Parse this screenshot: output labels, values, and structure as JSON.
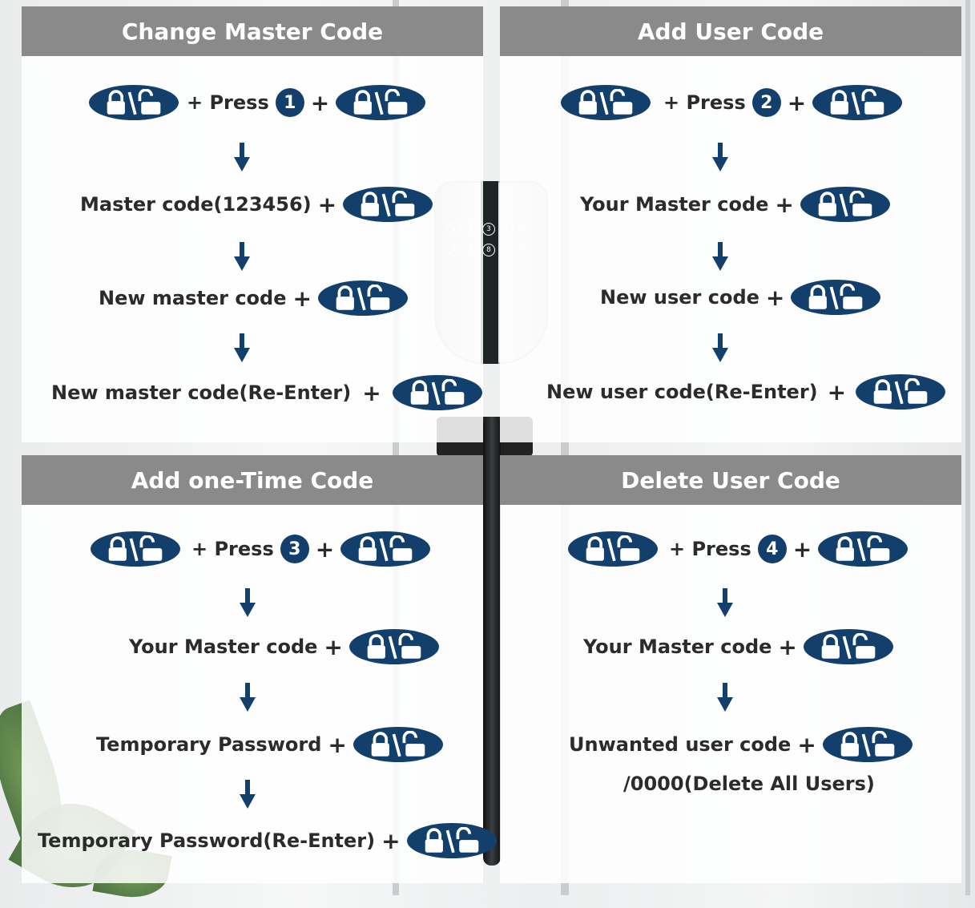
{
  "icons": {
    "lock_unlock_button": "lock-unlock-icon",
    "down_arrow": "down-arrow-icon"
  },
  "colors": {
    "button": "#123f6b",
    "header": "#8a8a8a"
  },
  "symbols": {
    "plus": "+"
  },
  "panels": {
    "change_master": {
      "title": "Change Master Code",
      "step1": {
        "press": "+ Press",
        "number": "1"
      },
      "step2": "Master code(123456)",
      "step3": "New master code",
      "step4": "New master code(Re-Enter)"
    },
    "add_user": {
      "title": "Add User Code",
      "step1": {
        "press": "+ Press",
        "number": "2"
      },
      "step2": "Your Master code",
      "step3": "New user code",
      "step4": "New user code(Re-Enter)"
    },
    "one_time": {
      "title": "Add one-Time Code",
      "step1": {
        "press": "+ Press",
        "number": "3"
      },
      "step2": "Your Master code",
      "step3": "Temporary Password",
      "step4": "Temporary Password(Re-Enter)"
    },
    "delete_user": {
      "title": "Delete User Code",
      "step1": {
        "press": "+ Press",
        "number": "4"
      },
      "step2": "Your Master code",
      "step3": "Unwanted user code",
      "note": "/0000(Delete All Users)"
    }
  }
}
